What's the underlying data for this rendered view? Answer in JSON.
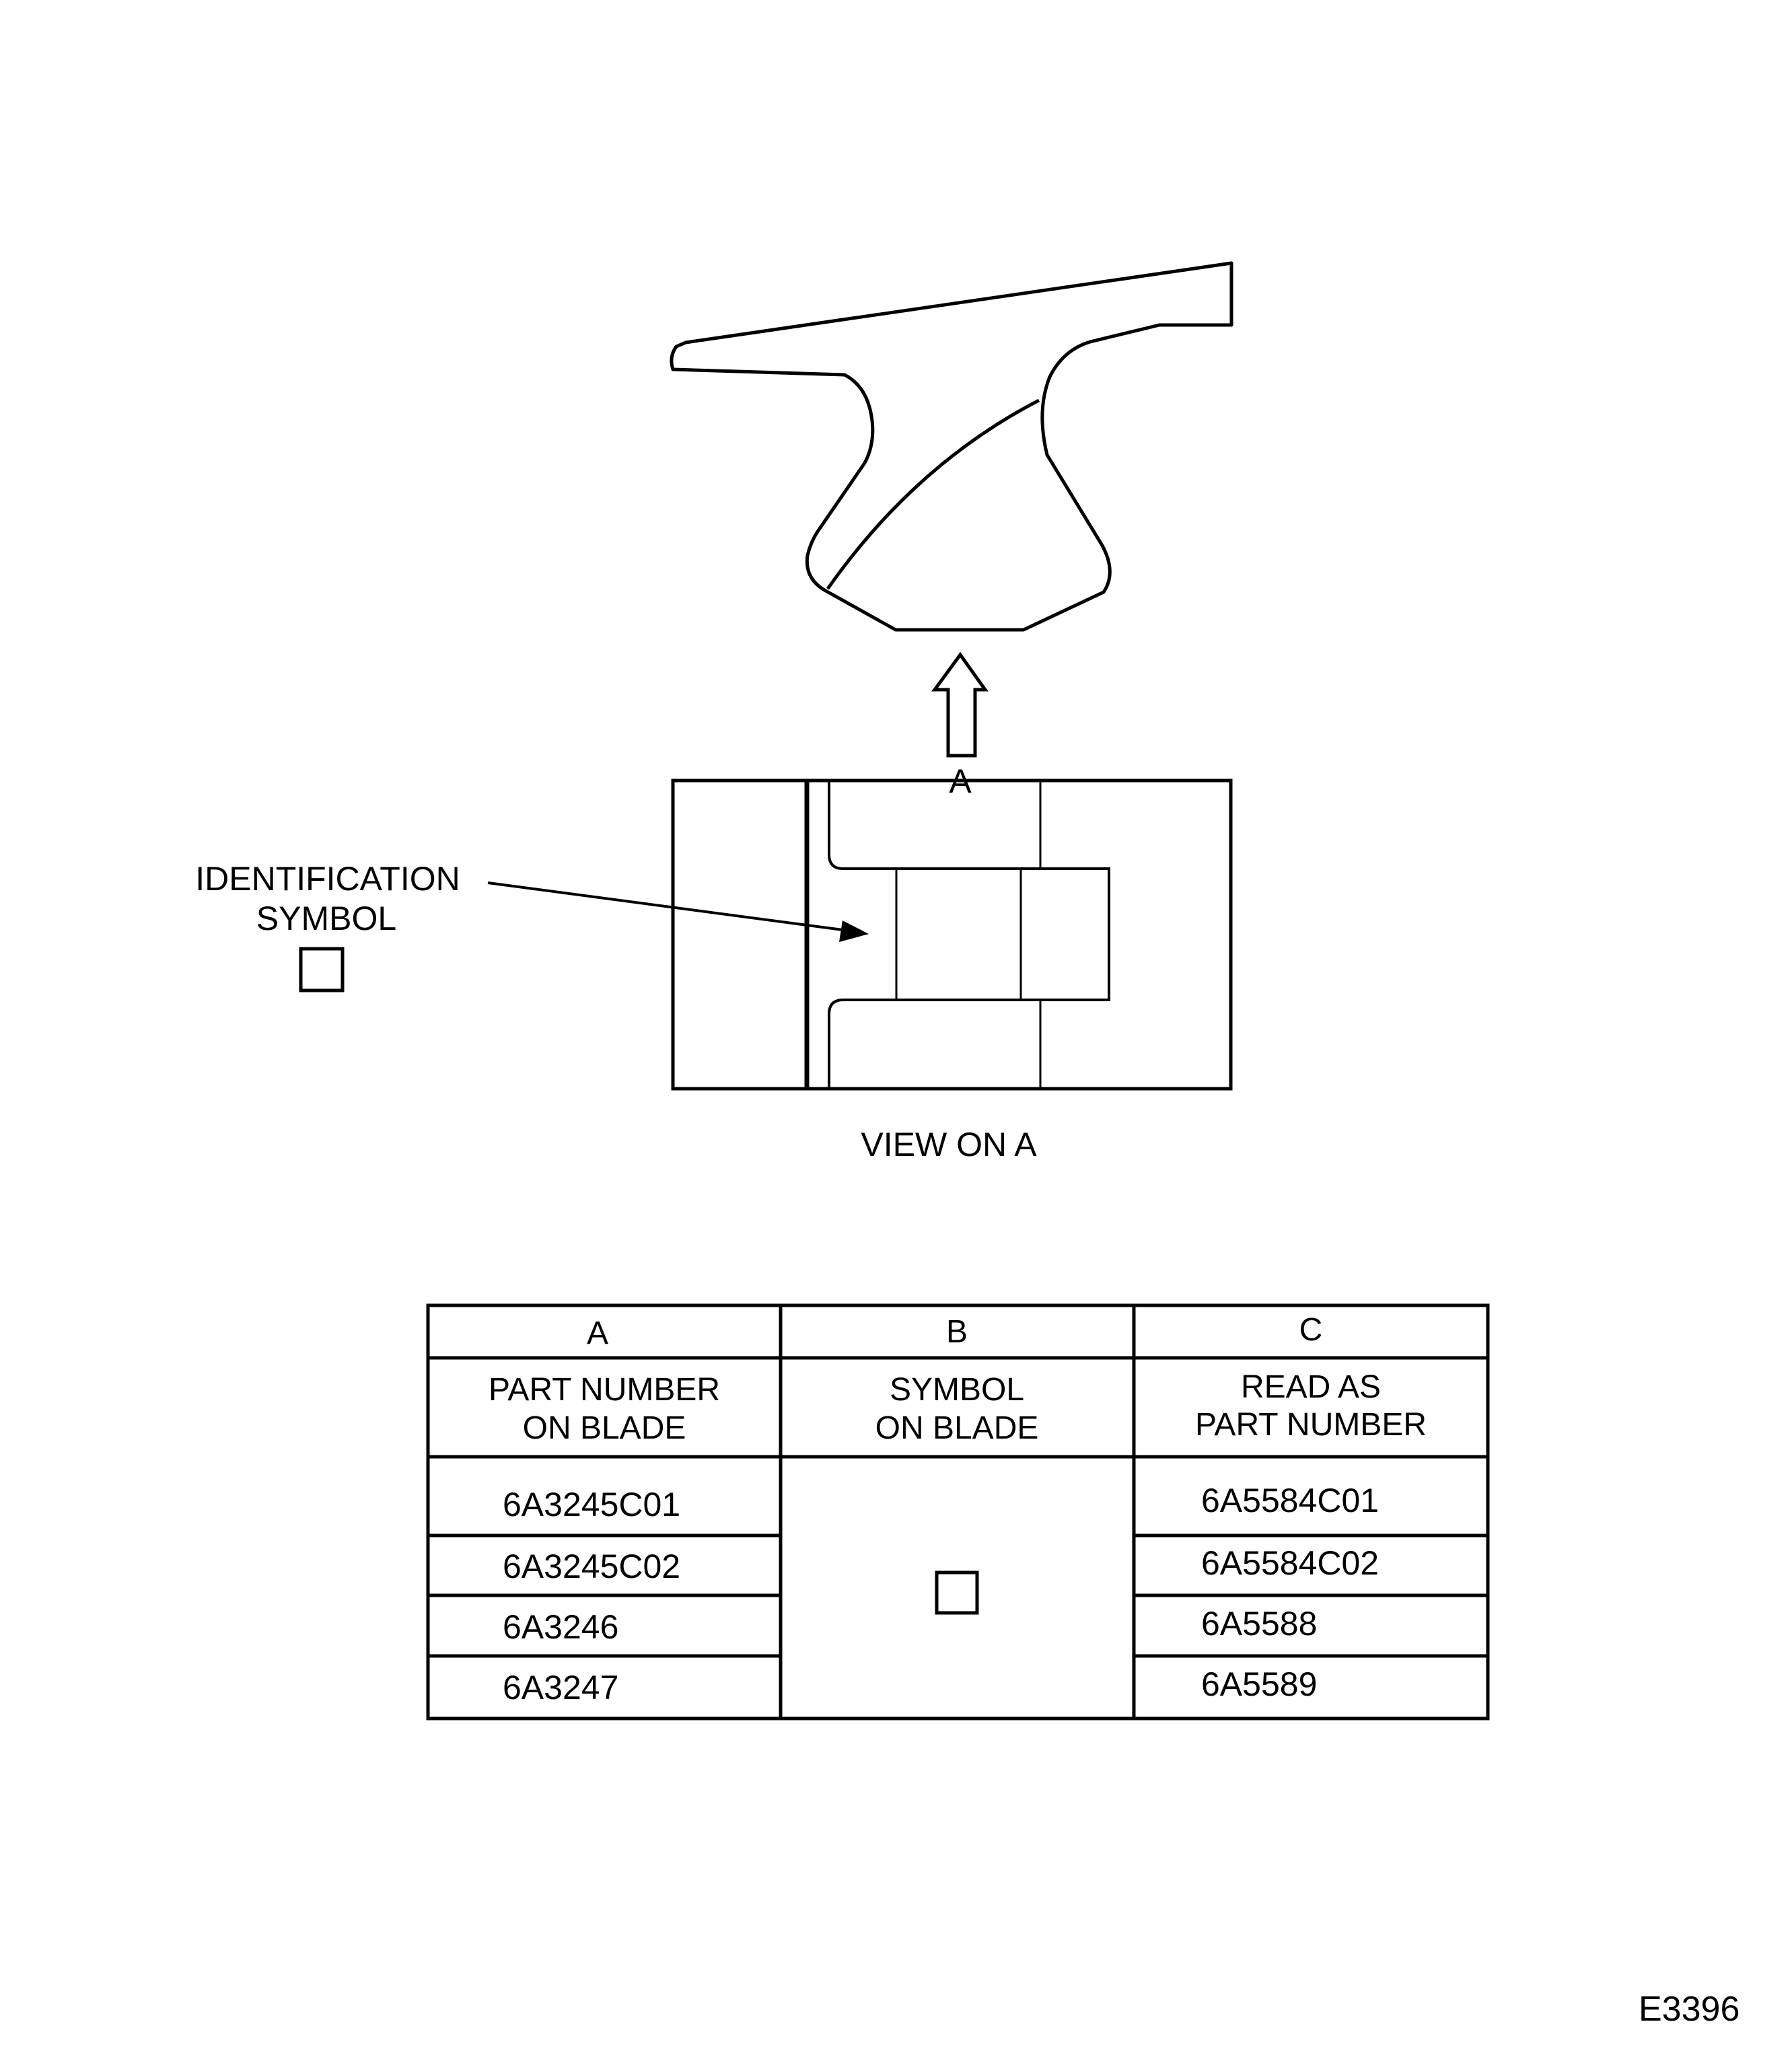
{
  "figure": {
    "view_arrow_label": "A",
    "callout_label_line1": "IDENTIFICATION",
    "callout_label_line2": "SYMBOL",
    "view_caption": "VIEW ON A",
    "figure_id": "E3396"
  },
  "table": {
    "column_letters": [
      "A",
      "B",
      "C"
    ],
    "headers": [
      [
        "PART NUMBER",
        "ON BLADE"
      ],
      [
        "SYMBOL",
        "ON BLADE"
      ],
      [
        "READ AS",
        "PART NUMBER"
      ]
    ],
    "rows": [
      {
        "part_on_blade": "6A3245C01",
        "read_as": "6A5584C01"
      },
      {
        "part_on_blade": "6A3245C02",
        "read_as": "6A5584C02"
      },
      {
        "part_on_blade": "6A3246",
        "read_as": "6A5588"
      },
      {
        "part_on_blade": "6A3247",
        "read_as": "6A5589"
      }
    ],
    "symbol": "square-symbol"
  }
}
